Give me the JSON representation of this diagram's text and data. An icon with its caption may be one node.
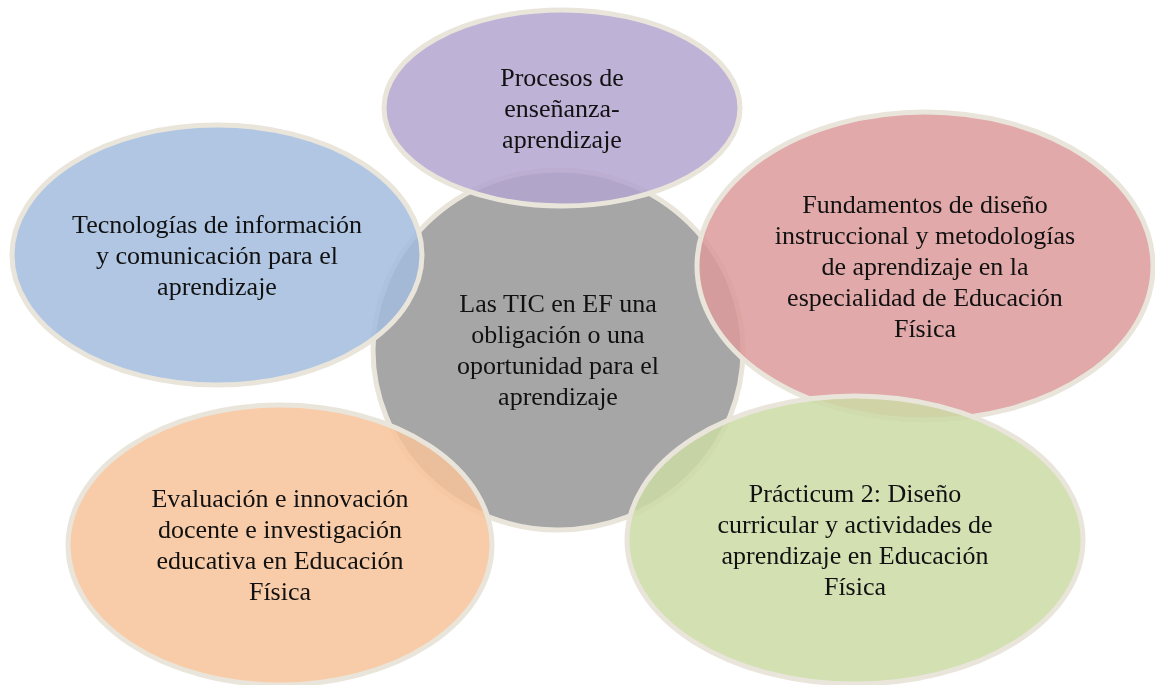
{
  "diagram": {
    "nodes": [
      {
        "text": [
          "Las TIC en EF una obligación o una oportunidad para el aprendizaje"
        ]
      },
      {
        "text": [
          "Procesos de enseñanza-aprendizaje"
        ]
      },
      {
        "text": [
          "Tecnologías de información y comunicación para el aprendizaje"
        ]
      },
      {
        "text": [
          "Fundamentos de diseño instruccional y metodologías de aprendizaje en la especialidad de Educación Física"
        ]
      },
      {
        "text": [
          "Evaluación e innovación docente e investigación educativa en Educación Física"
        ]
      },
      {
        "text": [
          "Prácticum 2: Diseño curricular y actividades de aprendizaje en Educación Física"
        ]
      }
    ]
  }
}
